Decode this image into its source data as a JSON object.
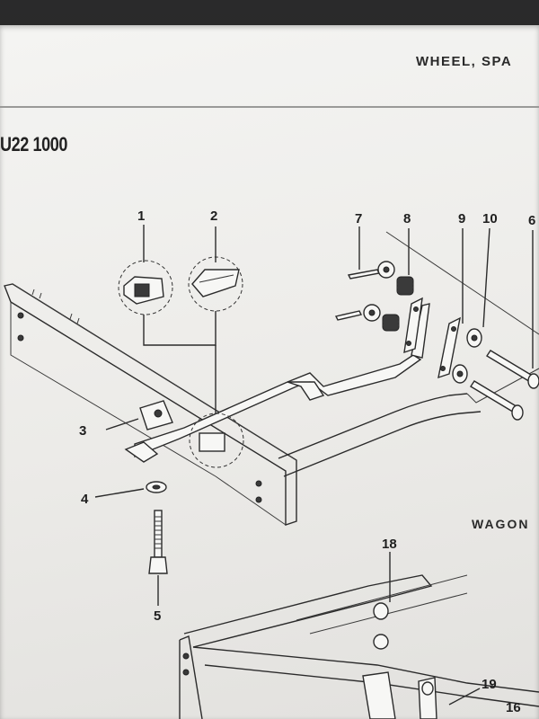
{
  "header": {
    "title": "WHEEL, SPA"
  },
  "figure": {
    "code": "U22 1000"
  },
  "section": {
    "label": "WAGON"
  },
  "callouts": {
    "c1": "1",
    "c2": "2",
    "c3": "3",
    "c4": "4",
    "c5": "5",
    "c6": "6",
    "c7": "7",
    "c8": "8",
    "c9": "9",
    "c10": "10",
    "c16": "16",
    "c18": "18",
    "c19": "19"
  }
}
